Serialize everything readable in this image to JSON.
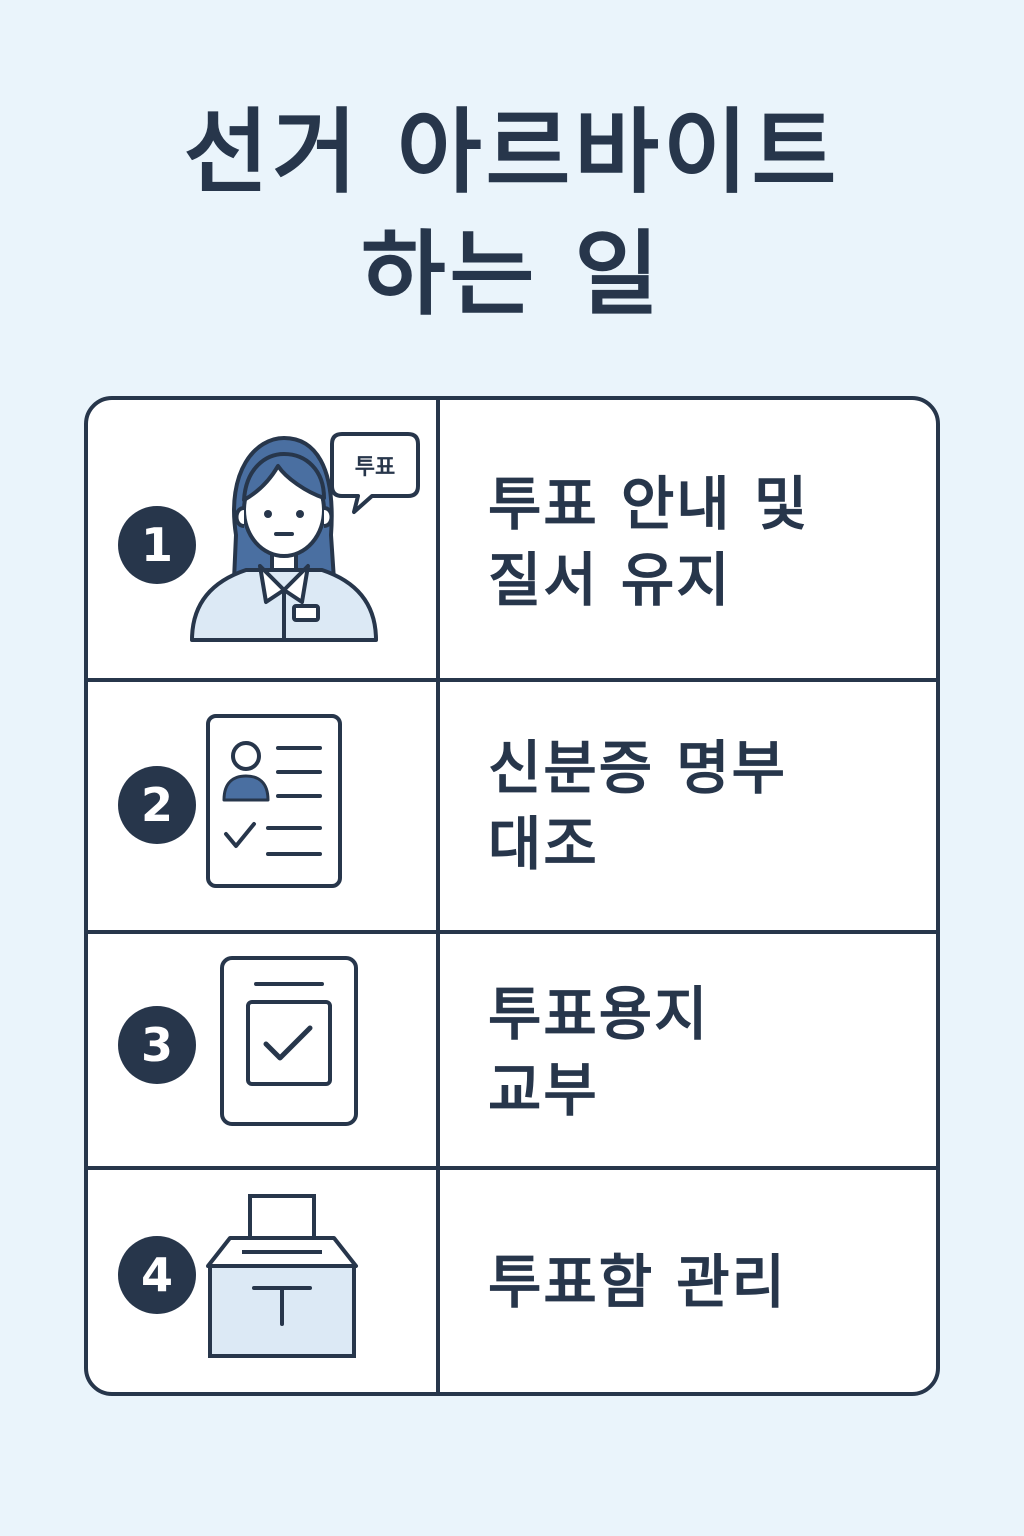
{
  "title": {
    "line1": "선거 아르바이트",
    "line2": "하는 일"
  },
  "items": [
    {
      "number": "1",
      "icon": "staff-with-speech-bubble-icon",
      "bubble_text": "투표",
      "label_line1": "투표 안내 및",
      "label_line2": "질서 유지"
    },
    {
      "number": "2",
      "icon": "id-checklist-document-icon",
      "label_line1": "신분증 명부",
      "label_line2": "대조"
    },
    {
      "number": "3",
      "icon": "ballot-paper-check-icon",
      "label_line1": "투표용지",
      "label_line2": "교부"
    },
    {
      "number": "4",
      "icon": "ballot-box-icon",
      "label_line1": "투표함 관리",
      "label_line2": ""
    }
  ],
  "colors": {
    "background": "#eaf4fb",
    "ink": "#27364b",
    "accent_blue": "#4a6fa1",
    "light_fill": "#dce9f5"
  }
}
